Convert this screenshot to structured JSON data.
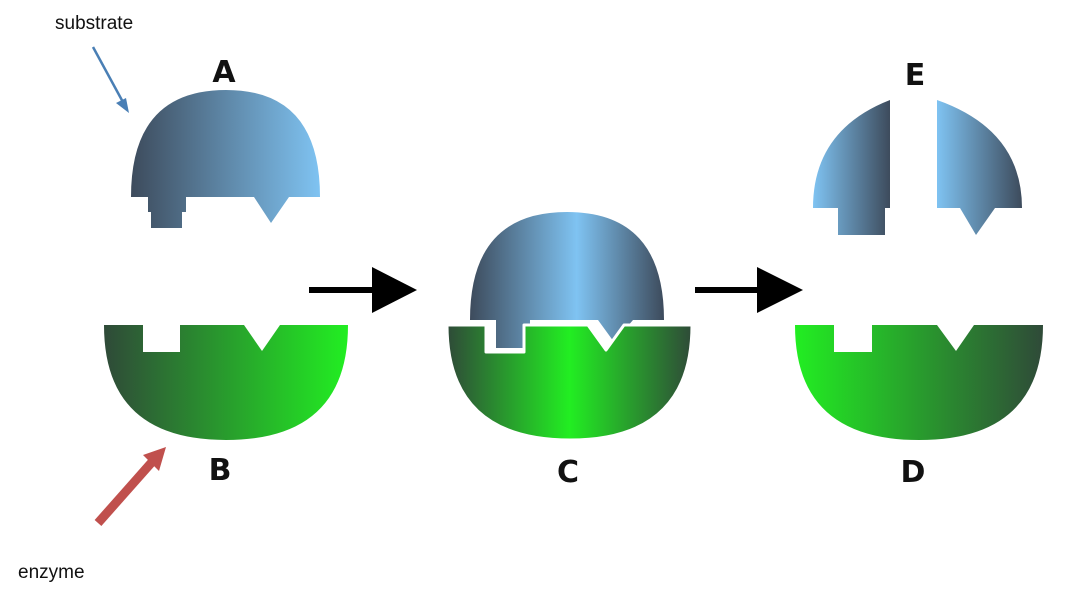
{
  "labels": {
    "a": "A",
    "b": "B",
    "c": "C",
    "d": "D",
    "e": "E",
    "substrate": "substrate",
    "enzyme": "enzyme"
  },
  "colors": {
    "substrate_light": "#7fc3f2",
    "substrate_dark": "#3d4b5c",
    "enzyme_light": "#22ee22",
    "enzyme_dark": "#2f4a38",
    "substrate_pointer": "#4a7fb5",
    "enzyme_pointer": "#c0504d",
    "process_arrow": "#000000"
  }
}
